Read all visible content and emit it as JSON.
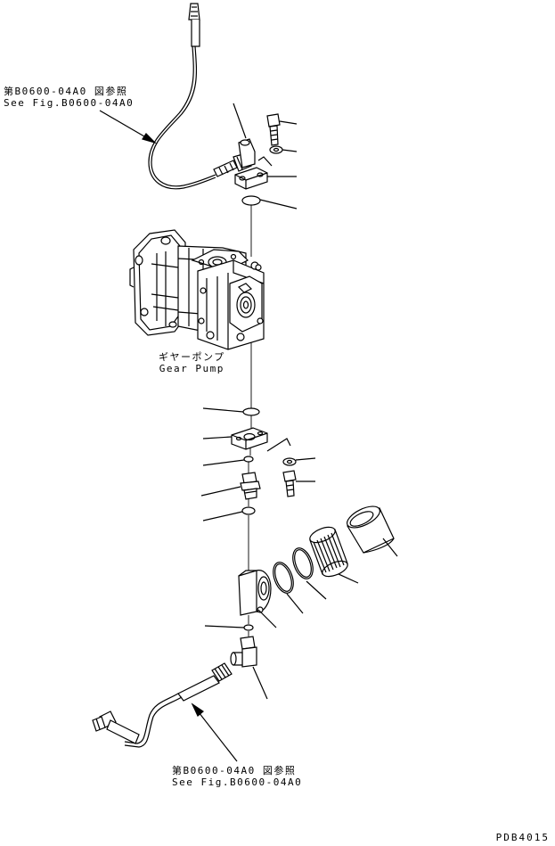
{
  "references": {
    "top": {
      "ja": "第B0600-04A0 図参照",
      "en": "See Fig.B0600-04A0"
    },
    "bottom": {
      "ja": "第B0600-04A0 図参照",
      "en": "See Fig.B0600-04A0"
    }
  },
  "pump": {
    "ja": "ギヤーポンプ",
    "en": "Gear Pump"
  },
  "drawing_number": "PDB4015",
  "line_color": "#000000"
}
